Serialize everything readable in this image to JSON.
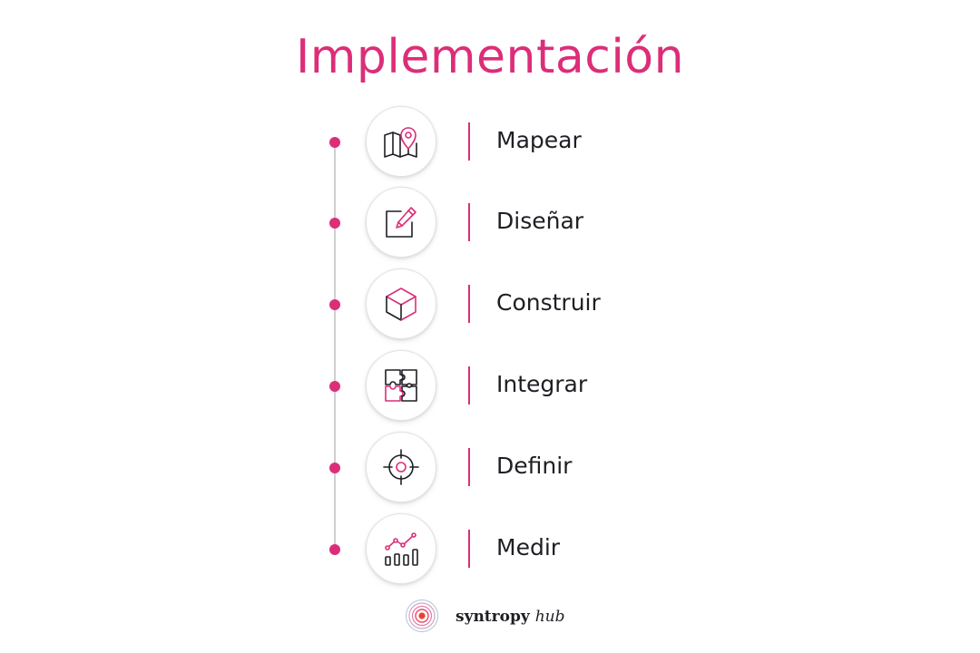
{
  "title": "Implementación",
  "colors": {
    "accent": "#dc2e78",
    "text": "#1e1e24",
    "line": "#cfcfcf"
  },
  "steps": [
    {
      "label": "Mapear",
      "icon": "map-pin-icon"
    },
    {
      "label": "Diseñar",
      "icon": "edit-pencil-icon"
    },
    {
      "label": "Construir",
      "icon": "cube-icon"
    },
    {
      "label": "Integrar",
      "icon": "puzzle-icon"
    },
    {
      "label": "Definir",
      "icon": "target-icon"
    },
    {
      "label": "Medir",
      "icon": "chart-icon"
    }
  ],
  "brand": {
    "name": "syntropy",
    "suffix": "hub",
    "logo_icon": "concentric-circles-logo"
  }
}
